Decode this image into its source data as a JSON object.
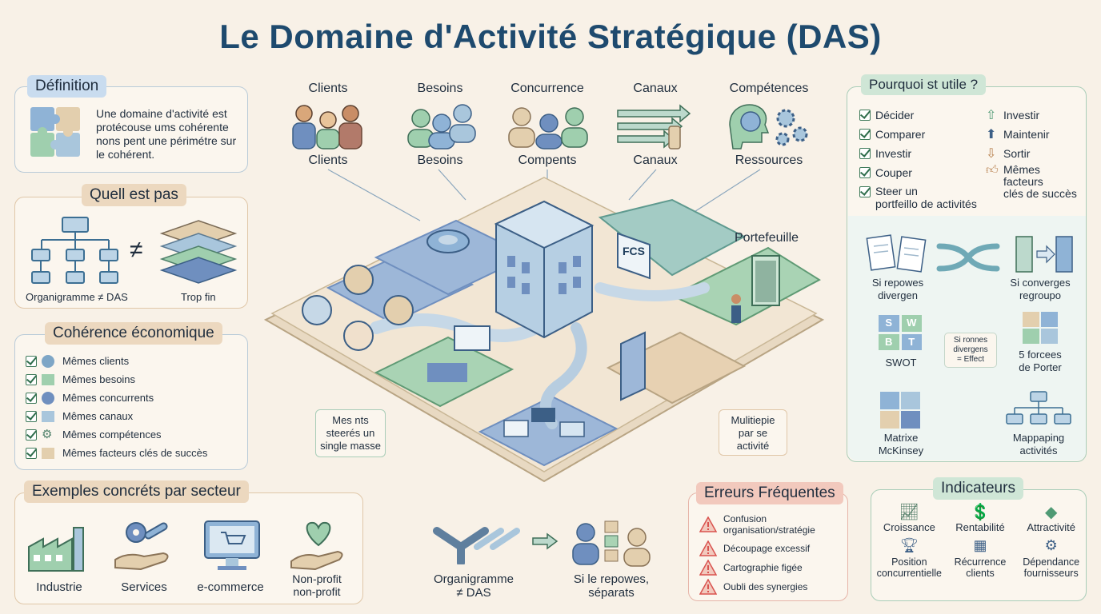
{
  "title": "Le Domaine d'Activité Stratégique (DAS)",
  "definition": {
    "tag": "Définition",
    "text": "Une domaine d'activité est protécouse ums cohérente nons pent une périmétre sur le cohérent."
  },
  "quell": {
    "tag": "Quell est pas",
    "left_label": "Organigramme ≠ DAS",
    "right_label": "Trop fin",
    "neq": "≠"
  },
  "coherence": {
    "tag": "Cohérence économique",
    "items": [
      "Mêmes clients",
      "Mêmes besoins",
      "Mêmes concurrents",
      "Mêmes canaux",
      "Mêmes compétences",
      "Mêmes facteurs clés de succès"
    ]
  },
  "exemples": {
    "tag": "Exemples concréts par secteur",
    "items": [
      "Industrie",
      "Services",
      "e-commerce",
      "Non-profit\nnon-profit"
    ]
  },
  "top_labels": [
    "Clients",
    "Besoins",
    "Concurrence",
    "Canaux",
    "Compétences"
  ],
  "sub_labels": [
    "Clients",
    "Besoins",
    "Compents",
    "Canaux",
    "Ressources"
  ],
  "center": {
    "portefeuille": "Portefeuille",
    "fcs": "FCS",
    "callout_left": "Mes nts\nsteerés un\nsingle masse",
    "callout_right": "Mulitiepie\npar se\nactivité",
    "bottom_left": "Organigramme\n≠ DAS",
    "bottom_right": "Si le repowes,\nséparats"
  },
  "pourquoi": {
    "tag": "Pourquoi st utile ?",
    "left": [
      "Décider",
      "Comparer",
      "Investir",
      "Couper",
      "Steer un\nportfeillo de activités"
    ],
    "right": [
      "Investir",
      "Maintenir",
      "Sortir",
      "Mêmes\nfacteurs\nclés de succès"
    ]
  },
  "outils": {
    "si_repowes": "Si repowes\ndivergen",
    "si_converges": "Si converges\nregroupo",
    "swot": "SWOT",
    "swot_letters": [
      "S",
      "W",
      "B",
      "T"
    ],
    "si_ronnes": "Si ronnes\ndivergens\n= Effect",
    "porter": "5 forcees\nde Porter",
    "mckinsey": "Matrixe\nMcKinsey",
    "mapping": "Mappaping\nactivités"
  },
  "erreurs": {
    "tag": "Erreurs Fréquentes",
    "items": [
      "Confusion\norganisation/stratégie",
      "Découpage excessif",
      "Cartographie figée",
      "Oubli des synergies"
    ]
  },
  "indicateurs": {
    "tag": "Indicateurs",
    "items": [
      "Croissance",
      "Rentabilité",
      "Attractivité",
      "Position\nconcurrentielle",
      "Récurrence\nclients",
      "Dépendance\nfournisseurs"
    ]
  },
  "colors": {
    "blue": "#8fb3d6",
    "green": "#9fcfae",
    "sand": "#e3cfae",
    "navy": "#3c5f86",
    "rose": "#d9534f"
  }
}
